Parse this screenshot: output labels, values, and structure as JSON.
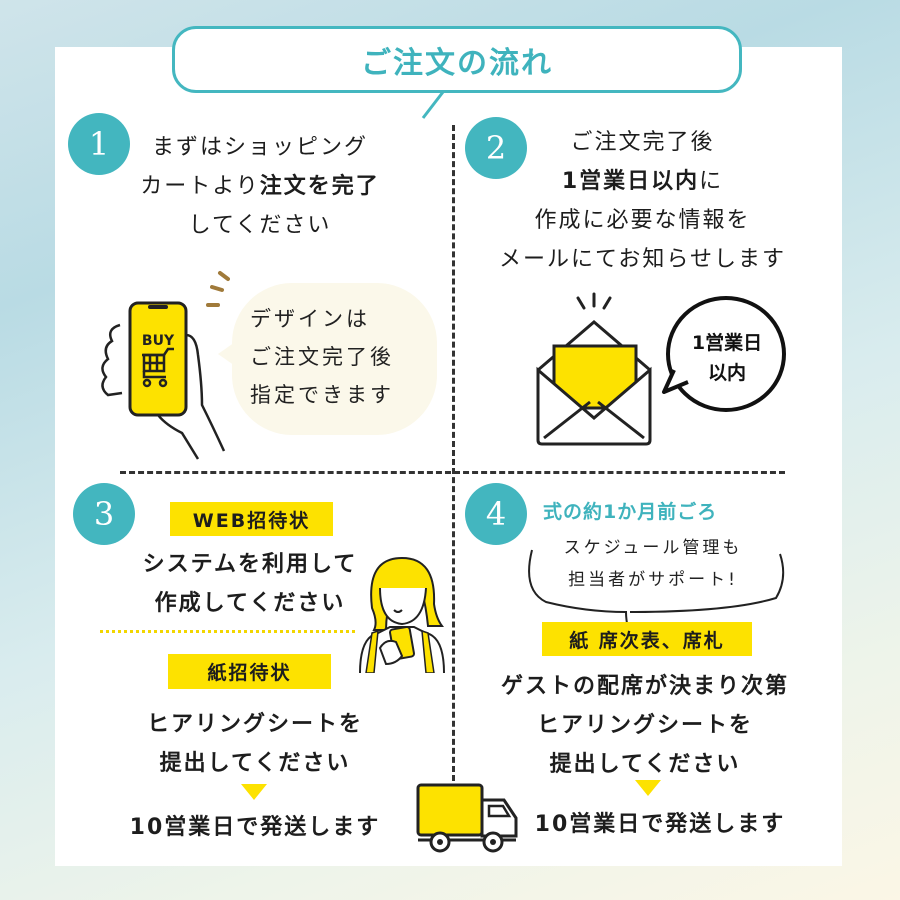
{
  "header": {
    "title": "ご注文の流れ"
  },
  "colors": {
    "accent": "#43b6bf",
    "highlight": "#fde200",
    "text": "#1d1d1d",
    "bubble": "#fbf8ea"
  },
  "steps": [
    {
      "number": "1",
      "lines": [
        "まずはショッピング",
        "カートより",
        "注文を完了",
        "してください"
      ],
      "bubble_lines": [
        "デザインは",
        "ご注文完了後",
        "指定できます"
      ],
      "phone_label": "BUY",
      "icons": [
        "phone-in-hand-icon",
        "shopping-cart-icon"
      ]
    },
    {
      "number": "2",
      "lines": [
        "ご注文完了後",
        "1営業日以内",
        "に",
        "作成に必要な情報を",
        "メールにてお知らせします"
      ],
      "bubble_lines": [
        "1営業日",
        "以内"
      ],
      "icons": [
        "envelope-icon"
      ]
    },
    {
      "number": "3",
      "web_tag": "WEB招待状",
      "web_lines": [
        "システムを利用して",
        "作成してください"
      ],
      "paper_tag": "紙招待状",
      "paper_lines": [
        "ヒアリングシートを",
        "提出してください"
      ],
      "shipping": {
        "bold": "10営業日",
        "rest": "で発送します"
      },
      "icons": [
        "woman-with-phone-icon",
        "down-arrow-icon"
      ]
    },
    {
      "number": "4",
      "heading": "式の約1か月前ごろ",
      "speech_lines": [
        "スケジュール管理も",
        "担当者がサポート!"
      ],
      "tag": "紙 席次表、席札",
      "lines": [
        "ゲストの配席が決まり次第",
        "ヒアリングシートを",
        "提出してください"
      ],
      "shipping": {
        "bold": "10営業日",
        "rest": "で発送します"
      },
      "icons": [
        "delivery-truck-icon",
        "down-arrow-icon"
      ]
    }
  ]
}
